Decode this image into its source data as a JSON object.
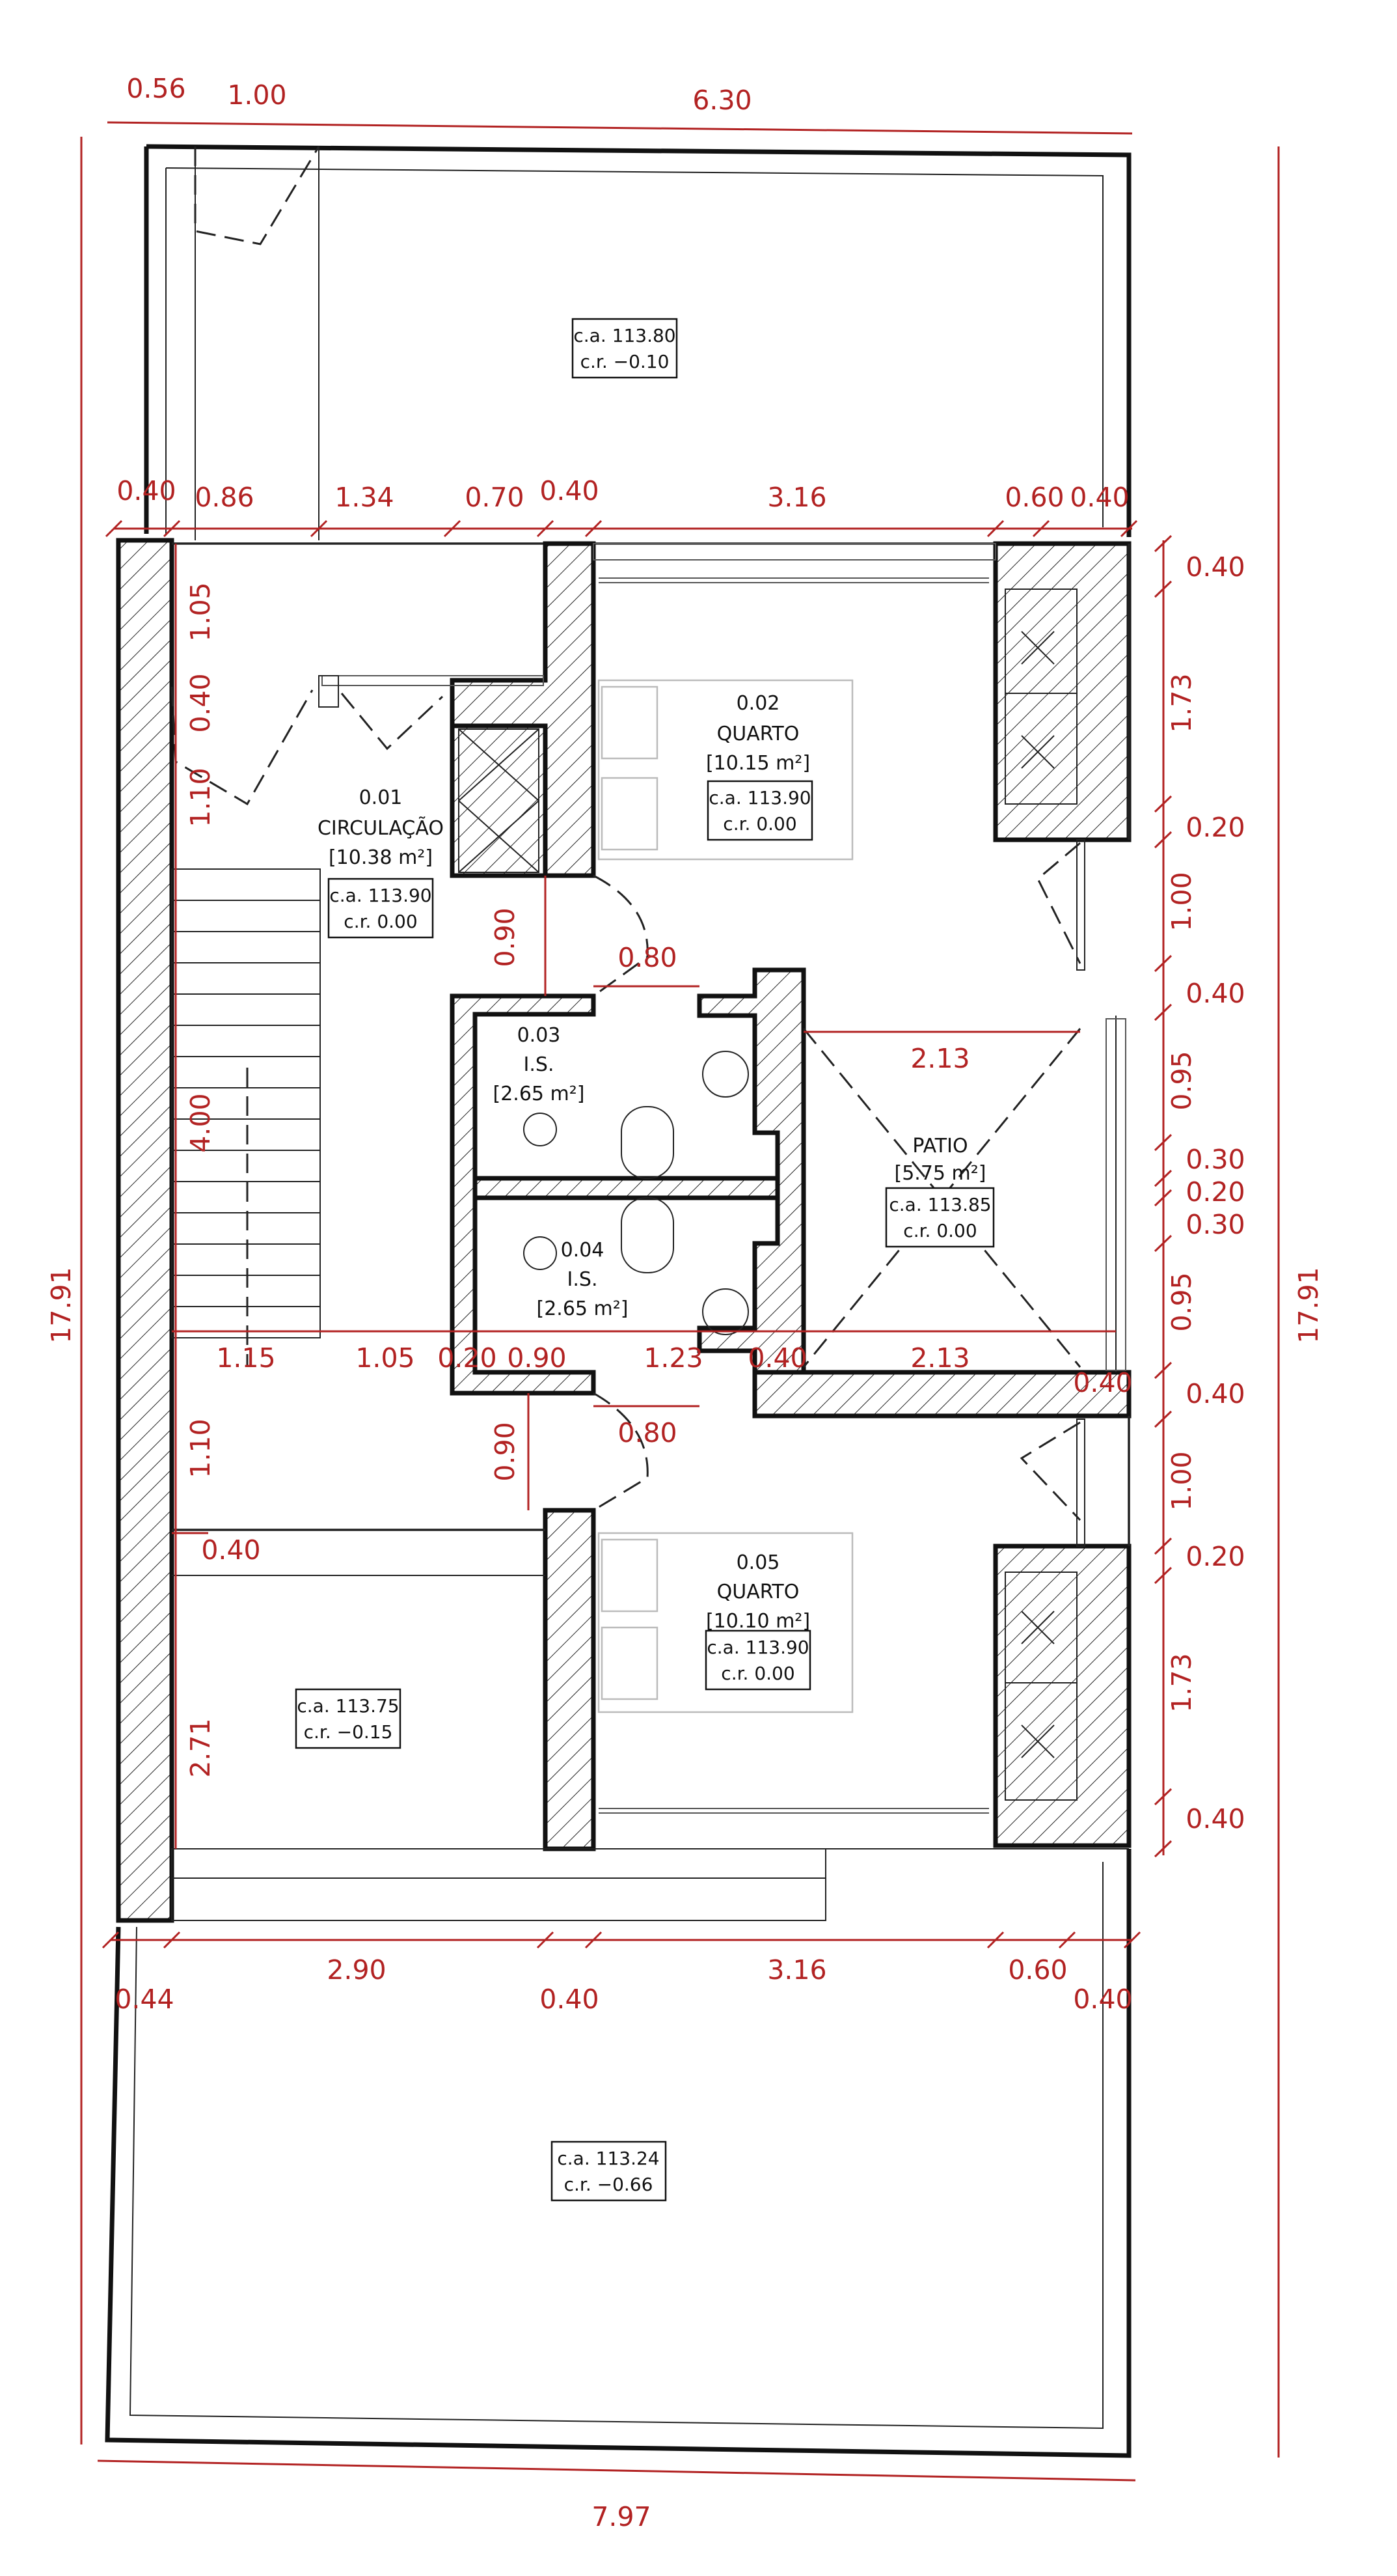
{
  "dims": {
    "top": [
      "0.56",
      "1.00",
      "6.30"
    ],
    "row1": [
      "0.40",
      "0.86",
      "1.34",
      "0.70",
      "0.40",
      "3.16",
      "0.60",
      "0.40"
    ],
    "right_inner": [
      "0.40",
      "1.73",
      "0.20",
      "1.00",
      "0.40",
      "0.95",
      "0.30",
      "0.20",
      "0.30",
      "0.95",
      "0.40",
      "1.00",
      "0.20",
      "1.73",
      "0.40"
    ],
    "right_total": "17.91",
    "left_total": "17.91",
    "bottom_total": "7.97",
    "row_bottom": [
      "0.44",
      "2.90",
      "0.40",
      "3.16",
      "0.60",
      "0.40"
    ],
    "middle_row": [
      "1.15",
      "1.05",
      "0.20",
      "0.90",
      "1.23",
      "0.40",
      "2.13",
      "0.40"
    ],
    "stair_left": [
      "1.05",
      "0.40",
      "1.10",
      "4.00",
      "1.10",
      "0.40",
      "2.71"
    ],
    "doors": [
      "0.90",
      "0.80",
      "0.90",
      "0.80"
    ],
    "patio_top": "2.13"
  },
  "rooms": [
    {
      "code": "0.01",
      "name": "CIRCULAÇÃO",
      "area": "[10.38 m²]"
    },
    {
      "code": "0.02",
      "name": "QUARTO",
      "area": "[10.15 m²]"
    },
    {
      "code": "0.03",
      "name": "I.S.",
      "area": "[2.65 m²]"
    },
    {
      "code": "0.04",
      "name": "I.S.",
      "area": "[2.65 m²]"
    },
    {
      "code": "0.05",
      "name": "QUARTO",
      "area": "[10.10 m²]"
    },
    {
      "code": "",
      "name": "PATIO",
      "area": "[5.75 m²]"
    }
  ],
  "levels": [
    {
      "ca": "c.a. 113.80",
      "cr": "c.r. −0.10"
    },
    {
      "ca": "c.a. 113.90",
      "cr": "c.r. 0.00"
    },
    {
      "ca": "c.a. 113.90",
      "cr": "c.r. 0.00"
    },
    {
      "ca": "c.a. 113.85",
      "cr": "c.r. 0.00"
    },
    {
      "ca": "c.a. 113.75",
      "cr": "c.r. −0.15"
    },
    {
      "ca": "c.a. 113.90",
      "cr": "c.r. 0.00"
    },
    {
      "ca": "c.a. 113.24",
      "cr": "c.r. −0.66"
    }
  ],
  "colors": {
    "dimension": "#b22222",
    "wall": "#111111",
    "furniture": "#bbbbbb"
  }
}
